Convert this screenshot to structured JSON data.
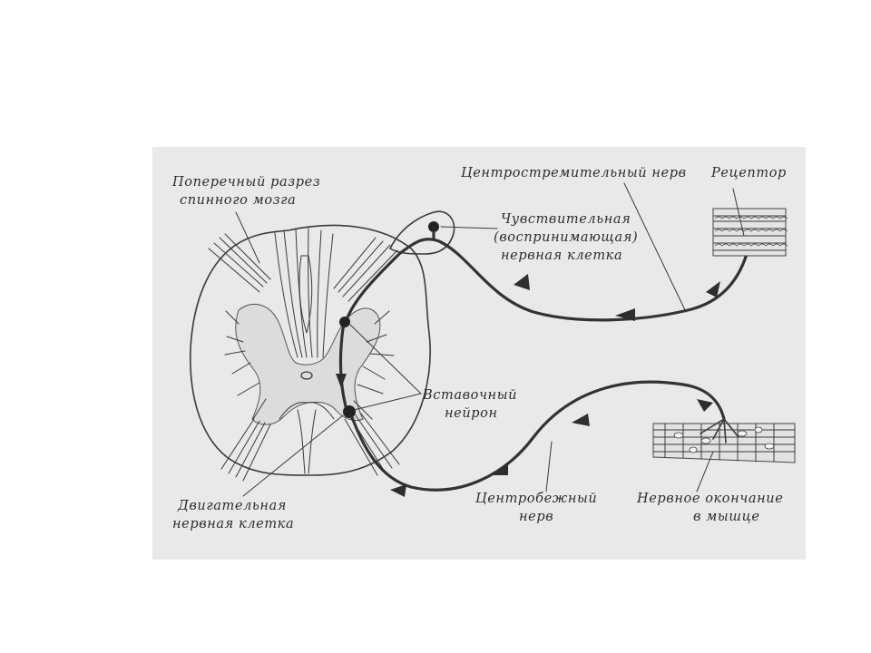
{
  "labels": {
    "cross_section_line1": "Поперечный разрез",
    "cross_section_line2": "спинного мозга",
    "afferent_nerve": "Центростремительный нерв",
    "receptor": "Рецептор",
    "sensory_cell_line1": "Чувствительная",
    "sensory_cell_line2": "(воспринимающая)",
    "sensory_cell_line3": "нервная клетка",
    "interneuron_line1": "Вставочный",
    "interneuron_line2": "нейрон",
    "motor_cell_line1": "Двигательная",
    "motor_cell_line2": "нервная клетка",
    "efferent_nerve_line1": "Центробежный",
    "efferent_nerve_line2": "нерв",
    "nerve_ending_line1": "Нервное окончание",
    "nerve_ending_line2": "в мышце"
  },
  "colors": {
    "background": "#e9e9e9",
    "ink": "#333333"
  }
}
